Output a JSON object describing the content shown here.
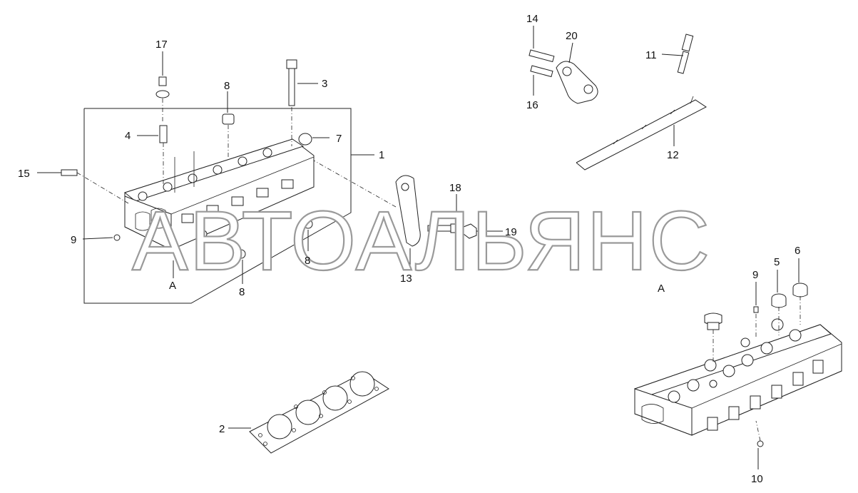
{
  "watermark": "АВТОАЛЬЯНС",
  "callouts": [
    {
      "id": "c17",
      "text": "17"
    },
    {
      "id": "c8a",
      "text": "8"
    },
    {
      "id": "c3",
      "text": "3"
    },
    {
      "id": "c4",
      "text": "4"
    },
    {
      "id": "c7",
      "text": "7"
    },
    {
      "id": "c1",
      "text": "1"
    },
    {
      "id": "c15",
      "text": "15"
    },
    {
      "id": "c9a",
      "text": "9"
    },
    {
      "id": "c8b",
      "text": "8"
    },
    {
      "id": "c8c",
      "text": "8"
    },
    {
      "id": "cA1",
      "text": "A"
    },
    {
      "id": "c18",
      "text": "18"
    },
    {
      "id": "c19",
      "text": "19"
    },
    {
      "id": "c13",
      "text": "13"
    },
    {
      "id": "c14",
      "text": "14"
    },
    {
      "id": "c20",
      "text": "20"
    },
    {
      "id": "c16",
      "text": "16"
    },
    {
      "id": "c11",
      "text": "11"
    },
    {
      "id": "c12",
      "text": "12"
    },
    {
      "id": "cA2",
      "text": "A"
    },
    {
      "id": "c9b",
      "text": "9"
    },
    {
      "id": "c5",
      "text": "5"
    },
    {
      "id": "c6",
      "text": "6"
    },
    {
      "id": "c2",
      "text": "2"
    },
    {
      "id": "c10",
      "text": "10"
    }
  ]
}
